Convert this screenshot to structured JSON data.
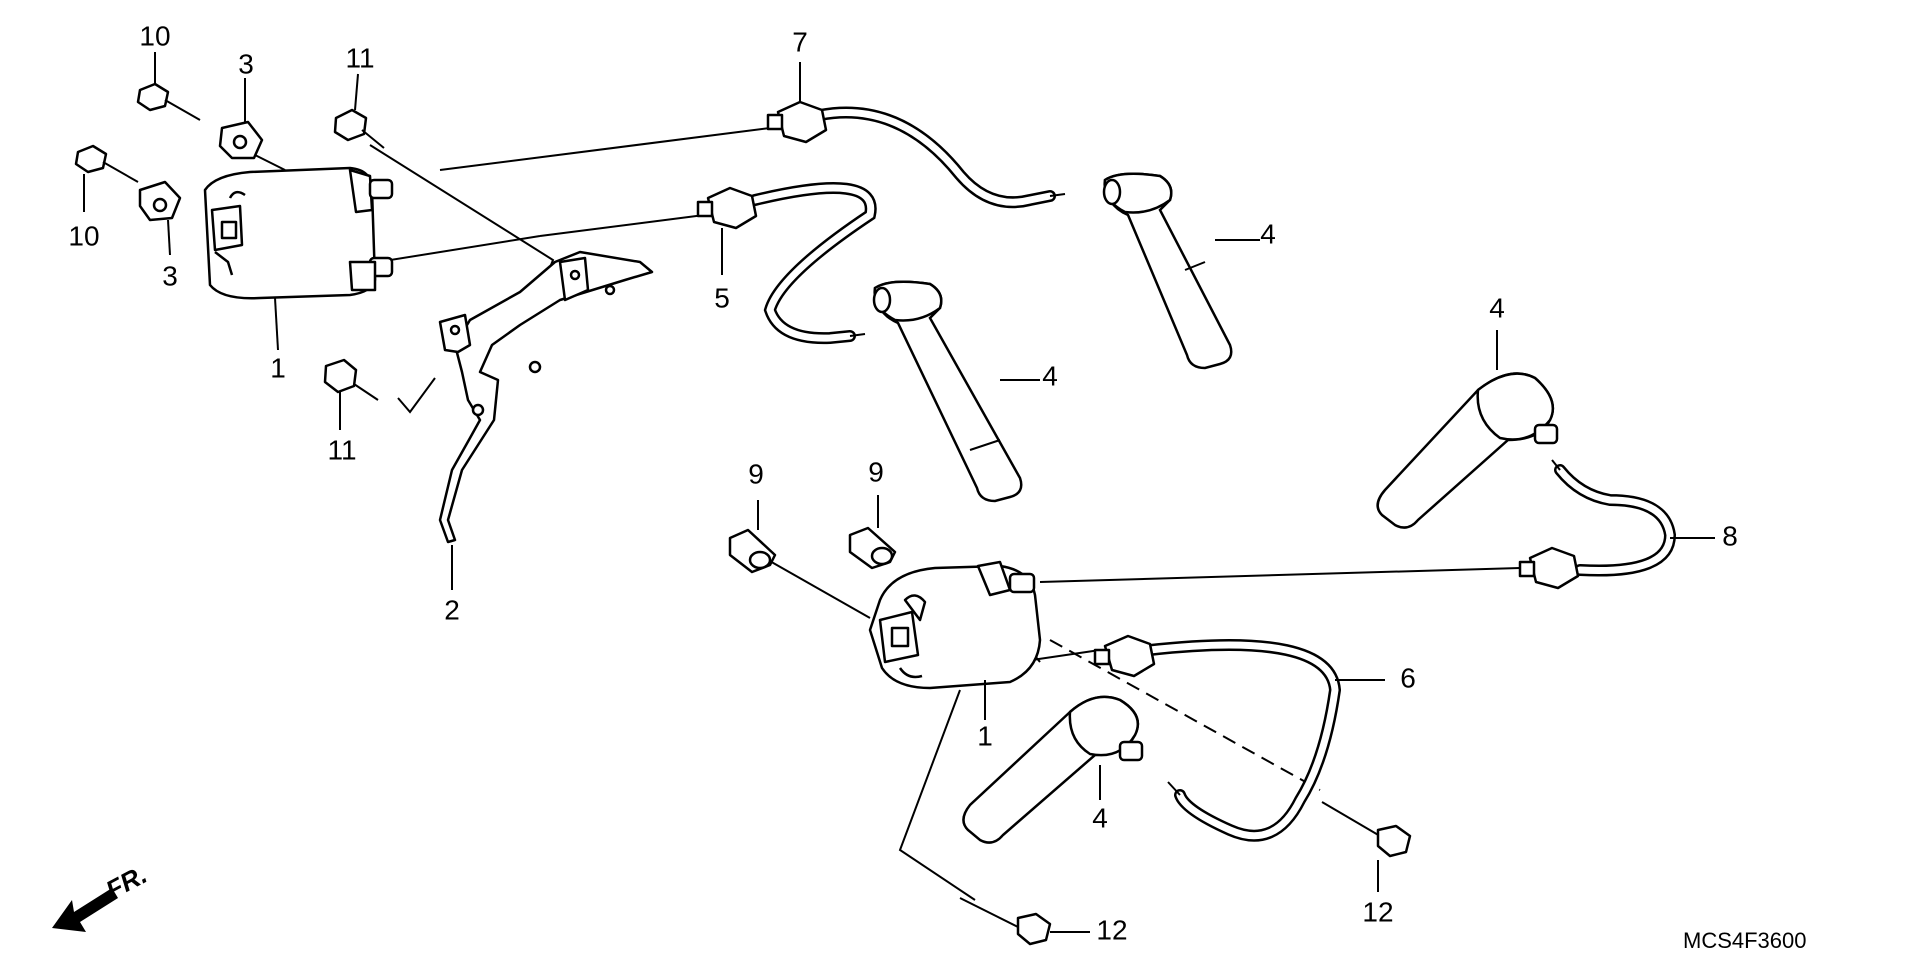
{
  "diagram": {
    "callouts": [
      "1",
      "1",
      "2",
      "3",
      "3",
      "4",
      "4",
      "4",
      "4",
      "5",
      "6",
      "7",
      "8",
      "9",
      "9",
      "10",
      "10",
      "11",
      "11",
      "12",
      "12"
    ],
    "direction_label": "FR.",
    "drawing_code": "MCS4F3600"
  }
}
